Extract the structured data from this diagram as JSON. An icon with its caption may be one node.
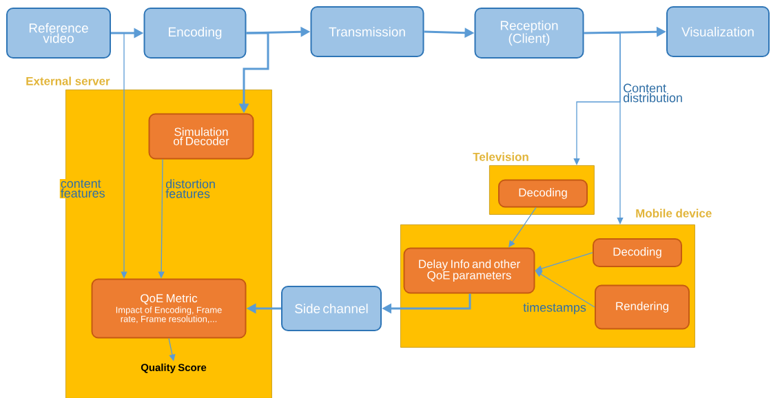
{
  "diagram": {
    "nodes": [
      {
        "text": [
          "Reference video"
        ]
      },
      {
        "text": [
          "Encoding"
        ]
      },
      {
        "text": [
          "Transmission"
        ]
      },
      {
        "text": [
          "Reception (Client)"
        ]
      },
      {
        "text": [
          "Visualization"
        ]
      },
      {
        "text": [
          "External server"
        ]
      },
      {
        "text": [
          "Simulation of Decoder"
        ],
        "in": 5
      },
      {
        "text": [
          "QoE Metric",
          "Impact of Encoding, Frame rate, Frame resolution,..."
        ],
        "in": 5
      },
      {
        "text": [
          "Quality Score"
        ],
        "in": 5
      },
      {
        "text": [
          "Side channel"
        ]
      },
      {
        "text": [
          "Television"
        ]
      },
      {
        "text": [
          "Decoding"
        ],
        "in": 10
      },
      {
        "text": [
          "Mobile device"
        ]
      },
      {
        "text": [
          "Delay Info and other QoE parameters"
        ],
        "in": 12
      },
      {
        "text": [
          "Decoding"
        ],
        "in": 12
      },
      {
        "text": [
          "Rendering"
        ],
        "in": 12
      }
    ],
    "edges": [
      {
        "from": 0,
        "to": 1,
        "arrow": "to",
        "style": "thick"
      },
      {
        "from": 0,
        "to": 7,
        "arrow": "to",
        "label": "content features"
      },
      {
        "from": 1,
        "to": 2,
        "arrow": "to",
        "style": "thick"
      },
      {
        "from": 1,
        "to": 6,
        "arrow": "to",
        "style": "thick"
      },
      {
        "from": 2,
        "to": 3,
        "arrow": "to",
        "style": "thick"
      },
      {
        "from": 3,
        "to": 4,
        "arrow": "to",
        "style": "thick"
      },
      {
        "from": 3,
        "to": 10,
        "arrow": "to"
      },
      {
        "from": 3,
        "to": 12,
        "arrow": "to",
        "label": "Content distribution"
      },
      {
        "from": 6,
        "to": 7,
        "arrow": "to",
        "label": "distortion features"
      },
      {
        "from": 7,
        "to": 8,
        "arrow": "to"
      },
      {
        "from": 9,
        "to": 7,
        "arrow": "to",
        "style": "thick"
      },
      {
        "from": 13,
        "to": 9,
        "arrow": "to",
        "style": "thick"
      },
      {
        "from": 11,
        "to": 13,
        "arrow": "to"
      },
      {
        "from": 14,
        "to": 13,
        "arrow": "to"
      },
      {
        "from": 15,
        "to": 13,
        "arrow": "to",
        "label": "timestamps"
      }
    ]
  }
}
